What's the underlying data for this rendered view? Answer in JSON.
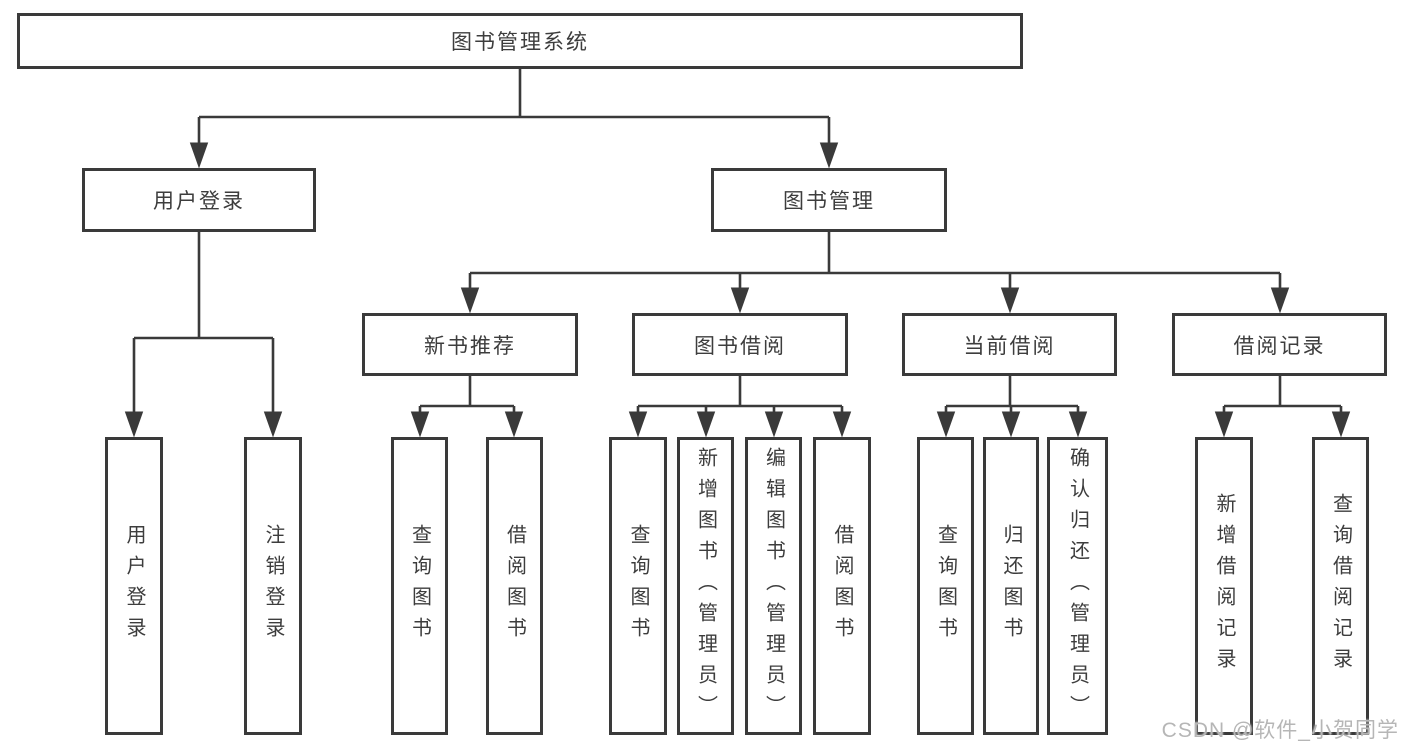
{
  "colors": {
    "line": "#3a3a3a",
    "box_border": "#3a3a3a",
    "text": "#3d3d3d",
    "watermark": "#b6b6b6",
    "background": "#ffffff"
  },
  "watermark": "CSDN @软件_小贺同学",
  "tree": {
    "root": "图书管理系统",
    "children": [
      {
        "label": "用户登录",
        "children": [
          {
            "label": "用户登录"
          },
          {
            "label": "注销登录"
          }
        ]
      },
      {
        "label": "图书管理",
        "children": [
          {
            "label": "新书推荐",
            "children": [
              {
                "label": "查询图书"
              },
              {
                "label": "借阅图书"
              }
            ]
          },
          {
            "label": "图书借阅",
            "children": [
              {
                "label": "查询图书"
              },
              {
                "label": "新增图书（管理员）"
              },
              {
                "label": "编辑图书（管理员）"
              },
              {
                "label": "借阅图书"
              }
            ]
          },
          {
            "label": "当前借阅",
            "children": [
              {
                "label": "查询图书"
              },
              {
                "label": "归还图书"
              },
              {
                "label": "确认归还（管理员）"
              }
            ]
          },
          {
            "label": "借阅记录",
            "children": [
              {
                "label": "新增借阅记录"
              },
              {
                "label": "查询借阅记录"
              }
            ]
          }
        ]
      }
    ]
  }
}
